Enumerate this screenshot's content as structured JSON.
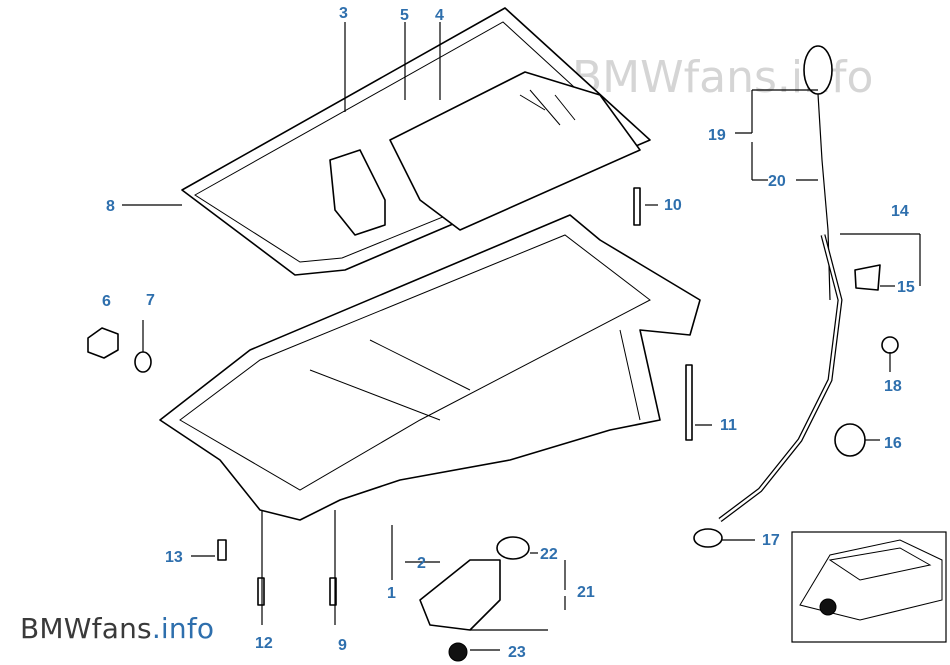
{
  "watermark": {
    "text": "BMWfans.info"
  },
  "brand": {
    "main": "BMWfans",
    "suffix": ".info"
  },
  "callouts": [
    {
      "id": "c3",
      "text": "3"
    },
    {
      "id": "c5",
      "text": "5"
    },
    {
      "id": "c4",
      "text": "4"
    },
    {
      "id": "c19",
      "text": "19"
    },
    {
      "id": "c20",
      "text": "20"
    },
    {
      "id": "c8",
      "text": "8"
    },
    {
      "id": "c10",
      "text": "10"
    },
    {
      "id": "c14",
      "text": "14"
    },
    {
      "id": "c15",
      "text": "15"
    },
    {
      "id": "c6",
      "text": "6"
    },
    {
      "id": "c7",
      "text": "7"
    },
    {
      "id": "c18",
      "text": "18"
    },
    {
      "id": "c11",
      "text": "11"
    },
    {
      "id": "c16",
      "text": "16"
    },
    {
      "id": "c17",
      "text": "17"
    },
    {
      "id": "c13",
      "text": "13"
    },
    {
      "id": "c2",
      "text": "2"
    },
    {
      "id": "c22",
      "text": "22"
    },
    {
      "id": "c1",
      "text": "1"
    },
    {
      "id": "c21",
      "text": "21"
    },
    {
      "id": "c12",
      "text": "12"
    },
    {
      "id": "c9",
      "text": "9"
    },
    {
      "id": "c23",
      "text": "23"
    }
  ]
}
